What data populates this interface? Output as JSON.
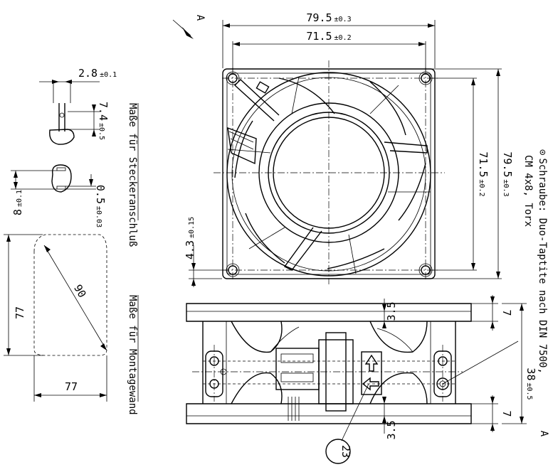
{
  "dimensions": {
    "overall_width": "79.5",
    "overall_width_tol": "±0.3",
    "hole_spacing": "71.5",
    "hole_spacing_tol": "±0.2",
    "overall_height": "79.5",
    "overall_height_tol": "±0.3",
    "hole_spacing_v": "71.5",
    "hole_spacing_v_tol": "±0.2",
    "hole_offset": "4.3",
    "hole_offset_tol": "±0.15",
    "depth": "38",
    "depth_tol": "±0.5",
    "flange_top": "7",
    "flange_bottom": "7",
    "rib_top": "3.5",
    "rib_bottom": "3.5"
  },
  "connector": {
    "title": "Maße für Steckeranschluß",
    "width": "2.8",
    "width_tol": "±0.1",
    "height": "7.4",
    "height_tol": "±0.5",
    "length": "8",
    "length_tol": "±0.1",
    "thickness": "0.5",
    "thickness_tol": "±0.03"
  },
  "mounting": {
    "title": "Maße für Montagewand",
    "height": "77",
    "width": "77",
    "diagonal": "90"
  },
  "screw_note": {
    "symbol": "⊙",
    "line1": "Schraube: Duo-Taptite nach DIN 7500,",
    "line2": "CM 4x8, Torx"
  },
  "view_marker": "A",
  "view_marker_bottom": "A",
  "item_callout": "23"
}
